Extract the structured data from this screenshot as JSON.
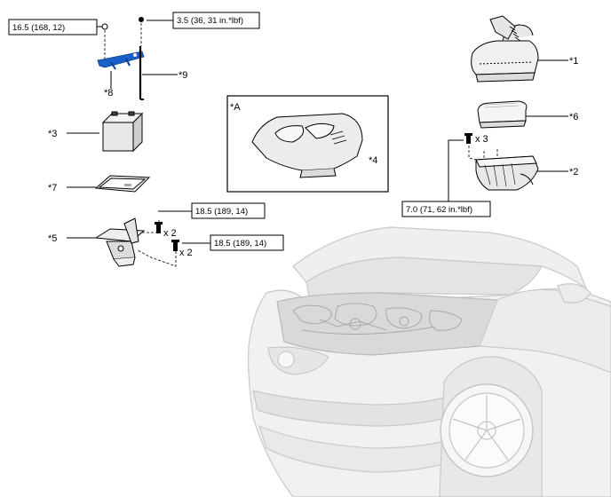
{
  "torque_specs": [
    {
      "id": "t1",
      "text": "16.5 (168, 12)"
    },
    {
      "id": "t2",
      "text": "3.5 (36, 31 in.*lbf)"
    },
    {
      "id": "t3",
      "text": "18.5 (189, 14)"
    },
    {
      "id": "t4",
      "text": "18.5 (189, 14)"
    },
    {
      "id": "t5",
      "text": "7.0 (71, 62 in.*lbf)"
    }
  ],
  "callouts": {
    "c1": "*1",
    "c2": "*2",
    "c3": "*3",
    "c4": "*4",
    "c5": "*5",
    "c6": "*6",
    "c7": "*7",
    "c8": "*8",
    "c9": "*9"
  },
  "view_label": "*A",
  "quantities": {
    "q_bracket_upper": "x 2",
    "q_bracket_lower": "x 2",
    "q_cleaner": "x 3"
  },
  "colors": {
    "line": "#000000",
    "clamp_highlight": "#1a5fc8",
    "vehicle_fill": "#f2f2f2",
    "vehicle_stroke": "#c8c8c8"
  }
}
